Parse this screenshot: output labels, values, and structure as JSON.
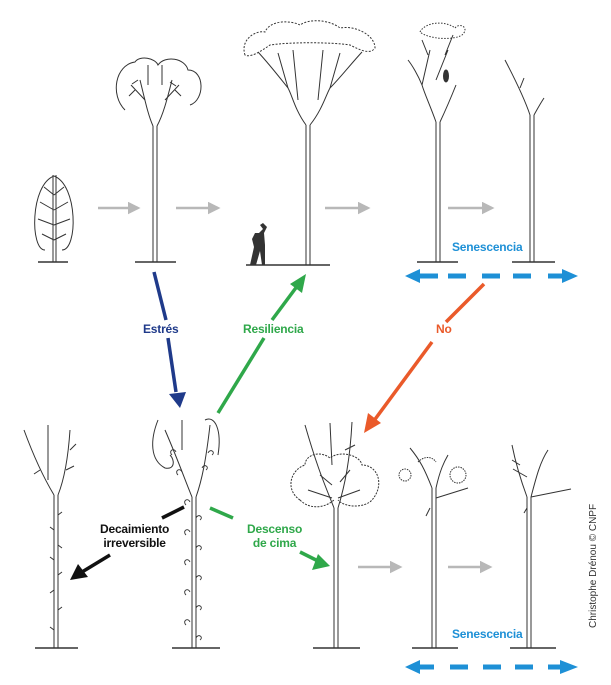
{
  "colors": {
    "stress": "#1f3a8a",
    "resilience": "#2fa84a",
    "no": "#ea5a2a",
    "senescence": "#1e90d6",
    "decline": "#111111",
    "top_decline": "#2fa84a",
    "progression": "#b8b8b8",
    "ink": "#333333"
  },
  "labels": {
    "stress": "Estrés",
    "resilience": "Resiliencia",
    "no": "No",
    "senescence_top": "Senescencia",
    "senescence_bottom": "Senescencia",
    "decline_line1": "Decaimiento",
    "decline_line2": "irreversible",
    "top_decline_line1": "Descenso",
    "top_decline_line2": "de cima"
  },
  "credit": "Christophe Drénou © CNPF",
  "top_row": {
    "stages": [
      "sapling",
      "young-tree",
      "mature-tree",
      "senescing-tree",
      "dead-snag"
    ]
  },
  "bottom_row": {
    "stages": [
      "dead-tree-with-epicormics",
      "stressed-tree",
      "recovering-crown",
      "declining-crown",
      "dead-crown"
    ]
  }
}
